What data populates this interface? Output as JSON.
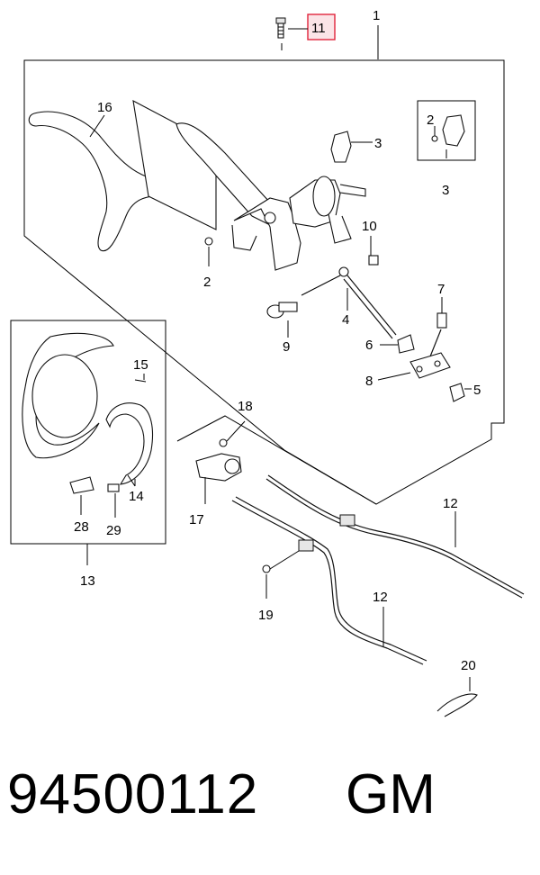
{
  "callouts": {
    "c1": "1",
    "c2a": "2",
    "c2b": "2",
    "c3a": "3",
    "c3b": "3",
    "c4": "4",
    "c5": "5",
    "c6": "6",
    "c7": "7",
    "c8": "8",
    "c9": "9",
    "c10": "10",
    "c11": "11",
    "c12a": "12",
    "c12b": "12",
    "c13": "13",
    "c14": "14",
    "c15": "15",
    "c16": "16",
    "c17": "17",
    "c18": "18",
    "c19": "19",
    "c20": "20",
    "c28": "28",
    "c29": "29"
  },
  "highlight_color": "#e0243c",
  "highlight_fill": "#fbe4e7",
  "footer": {
    "part_number": "94500112",
    "brand": "GM"
  }
}
